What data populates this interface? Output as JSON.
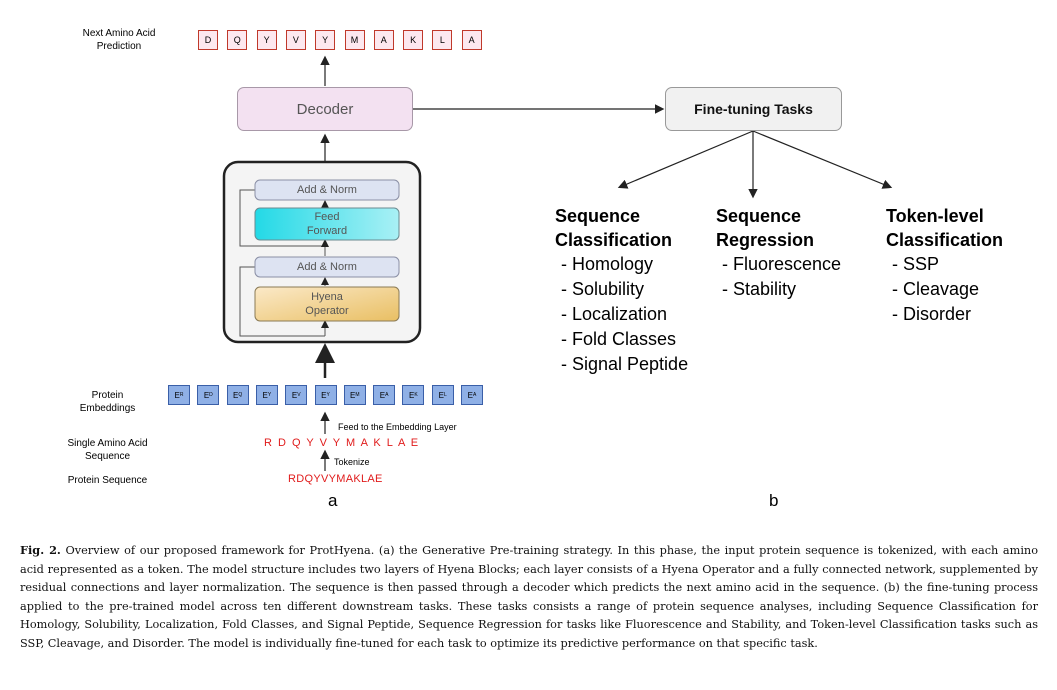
{
  "panel_a": {
    "next_label": "Next Amino Acid\nPrediction",
    "predicted_tokens": [
      "D",
      "Q",
      "Y",
      "V",
      "Y",
      "M",
      "A",
      "K",
      "L",
      "A"
    ],
    "decoder_label": "Decoder",
    "block": {
      "add_norm_top": "Add & Norm",
      "feed_forward": "Feed\nForward",
      "add_norm_bottom": "Add & Norm",
      "hyena_operator": "Hyena\nOperator"
    },
    "embeddings_label": "Protein\nEmbeddings",
    "embeddings": [
      {
        "base": "E",
        "sub": "R"
      },
      {
        "base": "E",
        "sub": "D"
      },
      {
        "base": "E",
        "sub": "Q"
      },
      {
        "base": "E",
        "sub": "Y"
      },
      {
        "base": "E",
        "sub": "V"
      },
      {
        "base": "E",
        "sub": "Y"
      },
      {
        "base": "E",
        "sub": "M"
      },
      {
        "base": "E",
        "sub": "A"
      },
      {
        "base": "E",
        "sub": "K"
      },
      {
        "base": "E",
        "sub": "L"
      },
      {
        "base": "E",
        "sub": "A"
      }
    ],
    "feed_embedding_label": "Feed to the Embedding Layer",
    "single_label": "Single Amino Acid\nSequence",
    "single_sequence": "R D Q Y V Y M A K L A E",
    "tokenize_label": "Tokenize",
    "protein_label": "Protein Sequence",
    "protein_sequence": "RDQYVYMAKLAE",
    "panel_letter": "a"
  },
  "panel_b": {
    "finetune_label": "Fine-tuning Tasks",
    "tasks": [
      {
        "title": "Sequence\nClassification",
        "items": [
          "- Homology",
          "- Solubility",
          "- Localization",
          "- Fold Classes",
          "- Signal Peptide"
        ]
      },
      {
        "title": "Sequence\nRegression",
        "items": [
          "- Fluorescence",
          "- Stability"
        ]
      },
      {
        "title": "Token-level\nClassification",
        "items": [
          "- SSP",
          "- Cleavage",
          "- Disorder"
        ]
      }
    ],
    "panel_letter": "b"
  },
  "caption": {
    "label": "Fig. 2.",
    "text": "Overview of our proposed framework for ProtHyena. (a) the Generative Pre-training strategy. In this phase, the input protein sequence is tokenized, with each amino acid represented as a token. The model structure includes two layers of Hyena Blocks; each layer consists of a Hyena Operator and a fully connected network, supplemented by residual connections and layer normalization. The sequence is then passed through a decoder which predicts the next amino acid in the sequence. (b) the fine-tuning process applied to the pre-trained model across ten different downstream tasks. These tasks consists a range of protein sequence analyses, including Sequence Classification for Homology, Solubility, Localization, Fold Classes, and Signal Peptide, Sequence Regression for tasks like Fluorescence and Stability, and Token-level Classification tasks such as SSP, Cleavage, and Disorder. The model is individually fine-tuned for each task to optimize its predictive performance on that specific task."
  },
  "colors": {
    "decoder_fill": "#f3e1f1",
    "addnorm_fill": "#dde3f2",
    "feedforward_fill": "#2ee0ea",
    "hyena_fill": "#ecc779",
    "token_border": "#c0392b",
    "embedding_fill": "#8fb0e6",
    "sequence_red": "#e01b1b"
  }
}
